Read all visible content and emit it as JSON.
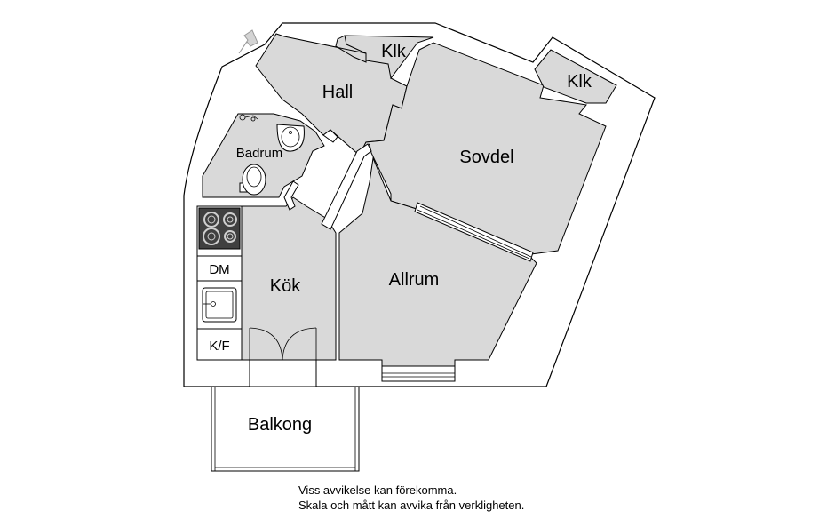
{
  "rooms": {
    "hall": "Hall",
    "klk_hall": "Klk",
    "klk_sovdel": "Klk",
    "sovdel": "Sovdel",
    "badrum": "Badrum",
    "kok": "Kök",
    "allrum": "Allrum",
    "balkong": "Balkong"
  },
  "fixtures": {
    "dishwasher": "DM",
    "fridge_freezer": "K/F"
  },
  "disclaimer": {
    "line1": "Viss avvikelse kan förekomma.",
    "line2": "Skala och mått kan avvika från verkligheten."
  },
  "colors": {
    "wall": "#ffffff",
    "floor": "#d9d9d9",
    "line": "#000000",
    "stove": "#404040"
  }
}
